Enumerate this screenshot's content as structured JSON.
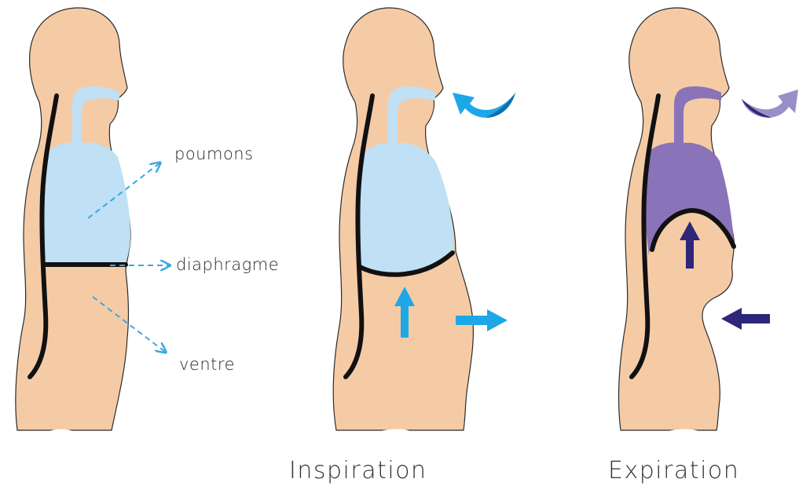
{
  "labels": {
    "poumons": "poumons",
    "diaphragme": "diaphragme",
    "ventre": "ventre"
  },
  "captions": {
    "inspiration": "Inspiration",
    "expiration": "Expiration"
  },
  "colors": {
    "skin": "#f5cba6",
    "outline": "#2b2b2b",
    "spine": "#111111",
    "air_inhale": "#bfe0f5",
    "air_exhale": "#8a73b8",
    "arrow_inhale": "#1ea7e6",
    "arrow_exhale": "#2e2679",
    "dashed_arrow": "#3aa7df"
  },
  "icons": [
    "curved-inhale-arrow-icon",
    "curved-exhale-arrow-icon",
    "up-arrow-icon",
    "right-arrow-icon",
    "left-arrow-icon",
    "dashed-pointer-arrow-icon"
  ]
}
